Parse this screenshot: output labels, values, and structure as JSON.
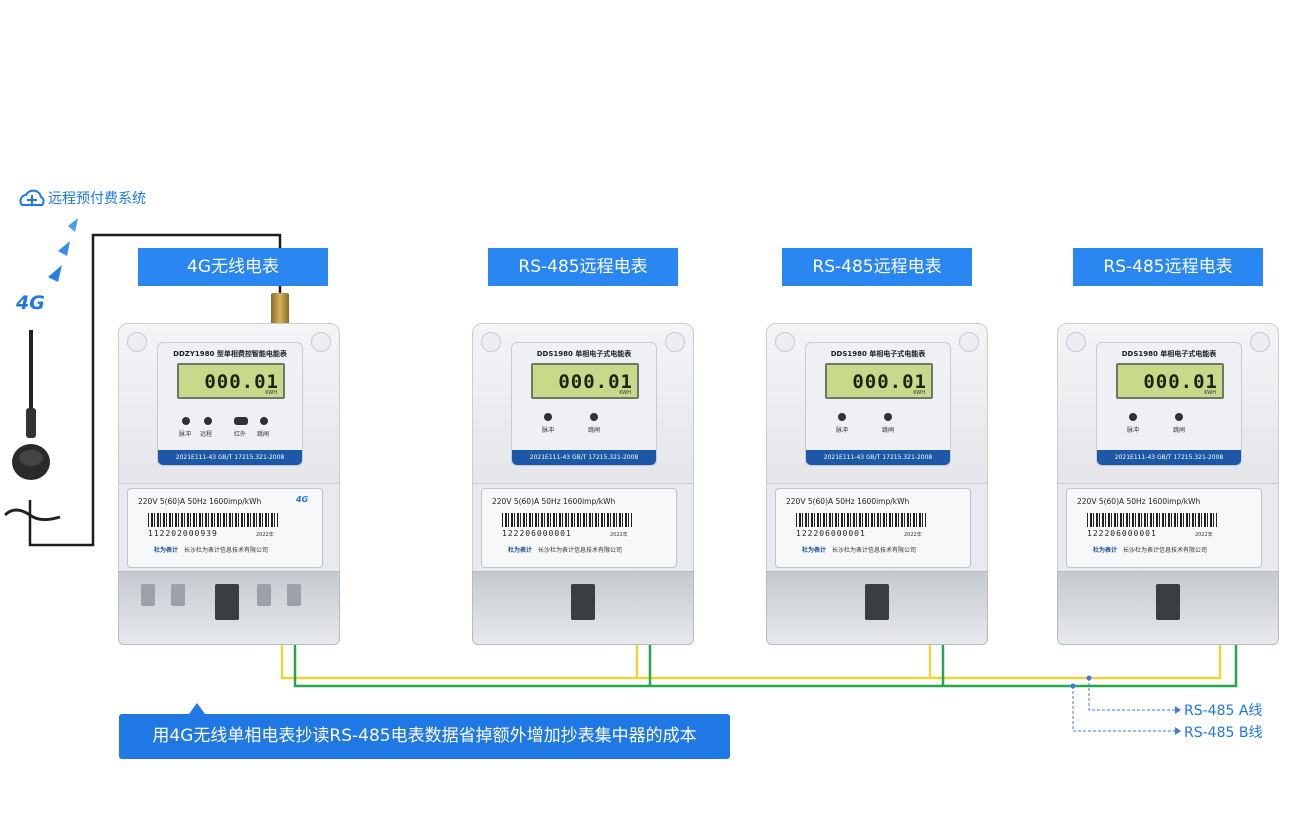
{
  "system_title": "远程预付费系统",
  "antenna_signal_label": "4G",
  "labels": {
    "wireless_meter": "4G无线电表",
    "rs485_meter_1": "RS-485远程电表",
    "rs485_meter_2": "RS-485远程电表",
    "rs485_meter_3": "RS-485远程电表"
  },
  "caption": "用4G无线单相电表抄读RS-485电表数据省掉额外增加抄表集中器的成本",
  "rs485_lines": {
    "a": "RS-485 A线",
    "b": "RS-485 B线"
  },
  "colors": {
    "accent_blue": "#1f78e3",
    "label_blue": "#2a86f0",
    "wire_yellow": "#e8d63a",
    "wire_green": "#27a54a"
  },
  "meters": [
    {
      "model": "DDZY1980 型单相费控智能电能表",
      "display": "000.01",
      "unit": "KWH",
      "leds": [
        "脉冲",
        "远程",
        "红外",
        "跳闸"
      ],
      "cert": "2021E111-43   GB/T 17215.321-2008",
      "spec": "220V  5(60)A  50Hz  1600imp/kWh",
      "badge": "4G",
      "serial": "112202000939",
      "year": "2022年",
      "brand": "杜为表计",
      "company": "长沙杜为表计信息技术有限公司"
    },
    {
      "model": "DDS1980 单相电子式电能表",
      "display": "000.01",
      "unit": "KWH",
      "leds": [
        "脉冲",
        "跳闸"
      ],
      "cert": "2021E111-43   GB/T 17215.321-2008",
      "spec": "220V  5(60)A  50Hz  1600imp/kWh",
      "serial": "122206000001",
      "year": "2022年",
      "brand": "杜为表计",
      "company": "长沙杜为表计信息技术有限公司"
    },
    {
      "model": "DDS1980 单相电子式电能表",
      "display": "000.01",
      "unit": "KWH",
      "leds": [
        "脉冲",
        "跳闸"
      ],
      "cert": "2021E111-43   GB/T 17215.321-2008",
      "spec": "220V  5(60)A  50Hz  1600imp/kWh",
      "serial": "122206000001",
      "year": "2022年",
      "brand": "杜为表计",
      "company": "长沙杜为表计信息技术有限公司"
    },
    {
      "model": "DDS1980 单相电子式电能表",
      "display": "000.01",
      "unit": "KWH",
      "leds": [
        "脉冲",
        "跳闸"
      ],
      "cert": "2021E111-43   GB/T 17215.321-2008",
      "spec": "220V  5(60)A  50Hz  1600imp/kWh",
      "serial": "122206000001",
      "year": "2022年",
      "brand": "杜为表计",
      "company": "长沙杜为表计信息技术有限公司"
    }
  ]
}
